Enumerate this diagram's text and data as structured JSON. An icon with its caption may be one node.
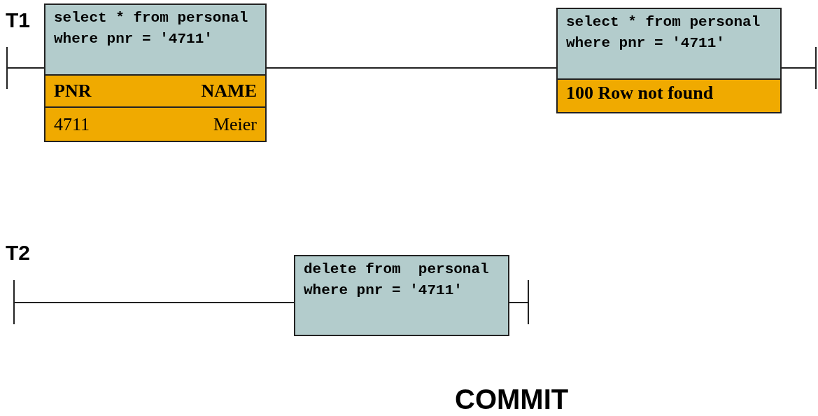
{
  "diagram": {
    "nodes": [
      {
        "text": [],
        "shape": "bar"
      },
      {
        "text": [
          "select * from personal where pnr = '4711'"
        ]
      },
      {
        "text": [
          "PNR",
          "NAME",
          "4711",
          "Meier"
        ]
      },
      {
        "text": [
          "select * from personal where pnr = '4711'"
        ]
      },
      {
        "text": [
          "100 Row not found"
        ]
      },
      {
        "text": [],
        "shape": "bar"
      },
      {
        "text": [],
        "shape": "bar"
      },
      {
        "text": [
          "delete from  personal where pnr = '4711'"
        ]
      },
      {
        "text": [],
        "shape": "bar"
      }
    ],
    "edges": [
      {
        "from": 0,
        "to": 1,
        "arrow": "none"
      },
      {
        "from": 1,
        "to": 3,
        "arrow": "none"
      },
      {
        "from": 3,
        "to": 5,
        "arrow": "none"
      },
      {
        "from": 6,
        "to": 7,
        "arrow": "none"
      },
      {
        "from": 7,
        "to": 8,
        "arrow": "none"
      }
    ],
    "labels": [
      "T1",
      "T2",
      "COMMIT"
    ]
  }
}
